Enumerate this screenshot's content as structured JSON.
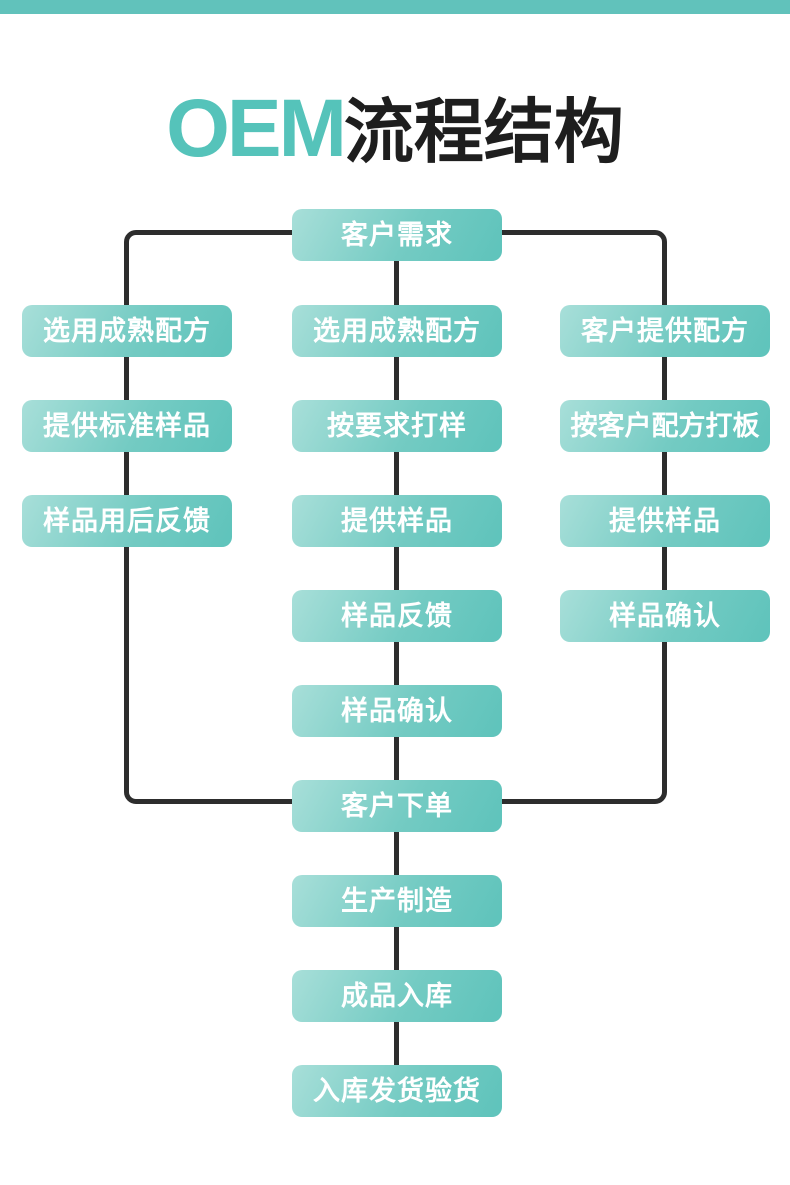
{
  "title": {
    "brand": "OEM",
    "rest": "流程结构"
  },
  "colors": {
    "accent_teal": "#5bc3ba",
    "top_bar": "#61c2bb",
    "box_gradient_start": "#a8dfd9",
    "box_gradient_end": "#5ec3bb",
    "connector_line": "#2d2d2d",
    "title_text": "#1e1e1e",
    "node_text": "#ffffff"
  },
  "flow": {
    "start": "客户需求",
    "left_column": [
      "选用成熟配方",
      "提供标准样品",
      "样品用后反馈"
    ],
    "middle_column": [
      "选用成熟配方",
      "按要求打样",
      "提供样品",
      "样品反馈",
      "样品确认"
    ],
    "right_column": [
      "客户提供配方",
      "按客户配方打板",
      "提供样品",
      "样品确认"
    ],
    "bottom_chain": [
      "客户下单",
      "生产制造",
      "成品入库",
      "入库发货验货"
    ]
  }
}
